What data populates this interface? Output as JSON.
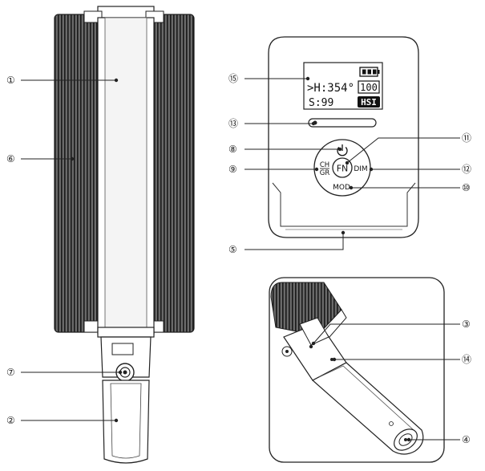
{
  "callouts": {
    "c1": "①",
    "c2": "②",
    "c3": "③",
    "c4": "④",
    "c5": "⑤",
    "c6": "⑥",
    "c7": "⑦",
    "c8": "⑧",
    "c9": "⑨",
    "c10": "⑩",
    "c11": "⑪",
    "c12": "⑫",
    "c13": "⑬",
    "c14": "⑭",
    "c15": "⑮"
  },
  "lcd": {
    "hue": ">H:354°",
    "sat": "S:99",
    "brightness": "100",
    "mode": "HSI"
  },
  "buttons": {
    "fn": "FN",
    "dim": "DIM",
    "mod": "MOD",
    "ch": "CH",
    "gr": "GR"
  },
  "icons": {
    "power": "power-icon",
    "battery": "battery-icon"
  }
}
